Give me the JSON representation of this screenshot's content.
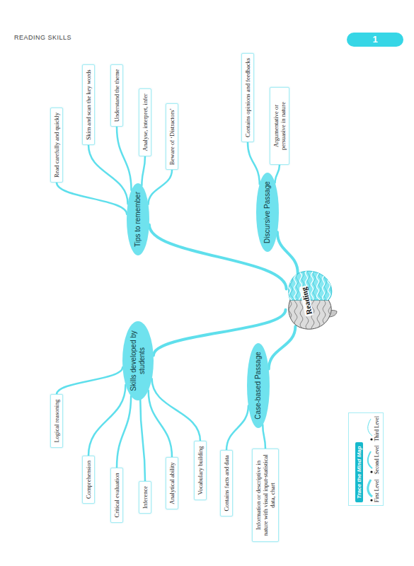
{
  "diagram": {
    "nodes": [
      {
        "text": [
          "Reading"
        ]
      },
      {
        "text": [
          "Skills developed by students"
        ]
      },
      {
        "text": [
          "Logical reasoning"
        ]
      },
      {
        "text": [
          "Comprehension"
        ]
      },
      {
        "text": [
          "Critical evaluation"
        ]
      },
      {
        "text": [
          "Inference"
        ]
      },
      {
        "text": [
          "Analytical ability"
        ]
      },
      {
        "text": [
          "Vocabulary building"
        ]
      },
      {
        "text": [
          "Tips to remember"
        ]
      },
      {
        "text": [
          "Read carefully and quickly"
        ]
      },
      {
        "text": [
          "Skim and scan the key words"
        ]
      },
      {
        "text": [
          "Understand the theme"
        ]
      },
      {
        "text": [
          "Analyse, interpret, infer"
        ]
      },
      {
        "text": [
          "Beware of ‘Distractors’"
        ]
      },
      {
        "text": [
          "Case-based Passage"
        ]
      },
      {
        "text": [
          "Contains facts and data"
        ]
      },
      {
        "text": [
          "Information or descriptive in nature with visual input-statistical data, chart"
        ]
      },
      {
        "text": [
          "Discursive Passage"
        ]
      },
      {
        "text": [
          "Contains opinions and feedbacks"
        ]
      },
      {
        "text": [
          "Argumentative or persuasive in nature"
        ]
      }
    ],
    "edges": [
      {
        "from": 0,
        "to": 1,
        "arrow": "none"
      },
      {
        "from": 0,
        "to": 8,
        "arrow": "none"
      },
      {
        "from": 0,
        "to": 14,
        "arrow": "none"
      },
      {
        "from": 0,
        "to": 17,
        "arrow": "none"
      },
      {
        "from": 1,
        "to": 2,
        "arrow": "none"
      },
      {
        "from": 1,
        "to": 3,
        "arrow": "none"
      },
      {
        "from": 1,
        "to": 4,
        "arrow": "none"
      },
      {
        "from": 1,
        "to": 5,
        "arrow": "none"
      },
      {
        "from": 1,
        "to": 6,
        "arrow": "none"
      },
      {
        "from": 1,
        "to": 7,
        "arrow": "none"
      },
      {
        "from": 8,
        "to": 9,
        "arrow": "none"
      },
      {
        "from": 8,
        "to": 10,
        "arrow": "none"
      },
      {
        "from": 8,
        "to": 11,
        "arrow": "none"
      },
      {
        "from": 8,
        "to": 12,
        "arrow": "none"
      },
      {
        "from": 8,
        "to": 13,
        "arrow": "none"
      },
      {
        "from": 14,
        "to": 15,
        "arrow": "none"
      },
      {
        "from": 14,
        "to": 16,
        "arrow": "none"
      },
      {
        "from": 17,
        "to": 18,
        "arrow": "none"
      },
      {
        "from": 17,
        "to": 19,
        "arrow": "none"
      }
    ],
    "labels": [
      "READING SKILLS",
      "1",
      "Trace the Mind Map"
    ],
    "legend": [
      {
        "text": "First Level"
      },
      {
        "text": "Second Level"
      },
      {
        "text": "Third Level"
      }
    ]
  }
}
